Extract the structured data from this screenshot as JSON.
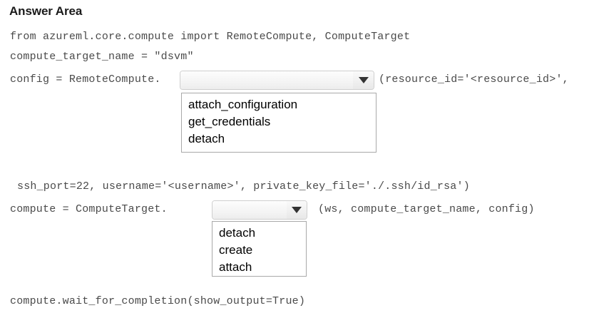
{
  "page": {
    "title": "Answer Area",
    "background": "#ffffff",
    "code_color": "#4a4a4a",
    "title_color": "#1a1a1a"
  },
  "code": {
    "line1": "from azureml.core.compute import RemoteCompute, ComputeTarget",
    "line2": "compute_target_name = \"dsvm\"",
    "line3_before": "config = RemoteCompute.",
    "line3_after": "(resource_id='<resource_id>',",
    "line4": "ssh_port=22, username='<username>', private_key_file='./.ssh/id_rsa')",
    "line5_before": "compute = ComputeTarget.",
    "line5_after": "(ws, compute_target_name, config)",
    "line6": "compute.wait_for_completion(show_output=True)"
  },
  "dropdown1": {
    "name": "remote-compute-method-dropdown",
    "selected": "",
    "arrow_icon": "chevron-down-icon",
    "options": [
      "attach_configuration",
      "get_credentials",
      "detach"
    ]
  },
  "dropdown2": {
    "name": "compute-target-method-dropdown",
    "selected": "",
    "arrow_icon": "chevron-down-icon",
    "options": [
      "detach",
      "create",
      "attach"
    ]
  }
}
